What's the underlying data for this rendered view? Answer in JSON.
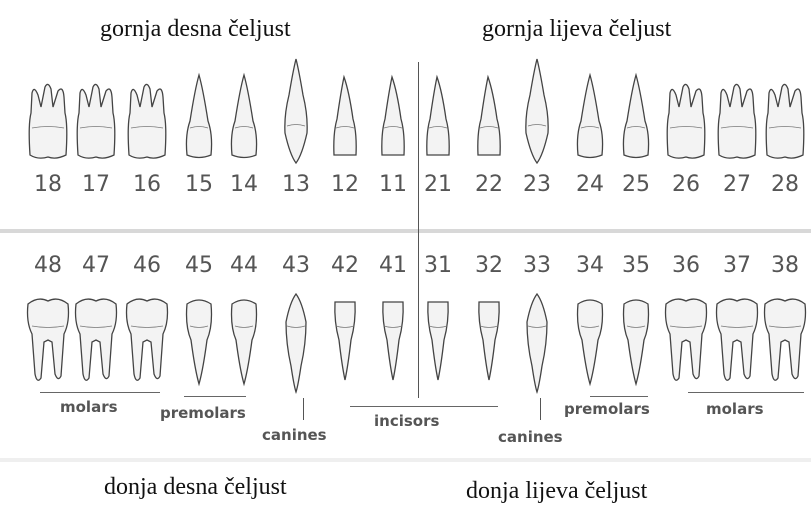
{
  "titles": {
    "upper_right": "gornja desna čeljust",
    "upper_left": "gornja lijeva čeljust",
    "lower_right": "donja desna čeljust",
    "lower_left": "donja lijeva čeljust"
  },
  "upper_teeth": [
    {
      "number": "18",
      "kind": "molar"
    },
    {
      "number": "17",
      "kind": "molar"
    },
    {
      "number": "16",
      "kind": "molar"
    },
    {
      "number": "15",
      "kind": "premolar"
    },
    {
      "number": "14",
      "kind": "premolar"
    },
    {
      "number": "13",
      "kind": "canine"
    },
    {
      "number": "12",
      "kind": "incisor"
    },
    {
      "number": "11",
      "kind": "incisor"
    },
    {
      "number": "21",
      "kind": "incisor"
    },
    {
      "number": "22",
      "kind": "incisor"
    },
    {
      "number": "23",
      "kind": "canine"
    },
    {
      "number": "24",
      "kind": "premolar"
    },
    {
      "number": "25",
      "kind": "premolar"
    },
    {
      "number": "26",
      "kind": "molar"
    },
    {
      "number": "27",
      "kind": "molar"
    },
    {
      "number": "28",
      "kind": "molar"
    }
  ],
  "lower_teeth": [
    {
      "number": "48",
      "kind": "molar"
    },
    {
      "number": "47",
      "kind": "molar"
    },
    {
      "number": "46",
      "kind": "molar"
    },
    {
      "number": "45",
      "kind": "premolar"
    },
    {
      "number": "44",
      "kind": "premolar"
    },
    {
      "number": "43",
      "kind": "canine"
    },
    {
      "number": "42",
      "kind": "incisor"
    },
    {
      "number": "41",
      "kind": "incisor"
    },
    {
      "number": "31",
      "kind": "incisor"
    },
    {
      "number": "32",
      "kind": "incisor"
    },
    {
      "number": "33",
      "kind": "canine"
    },
    {
      "number": "34",
      "kind": "premolar"
    },
    {
      "number": "35",
      "kind": "premolar"
    },
    {
      "number": "36",
      "kind": "molar"
    },
    {
      "number": "37",
      "kind": "molar"
    },
    {
      "number": "38",
      "kind": "molar"
    }
  ],
  "groups": {
    "molars_right": "molars",
    "premolars_right": "premolars",
    "canines_right": "canines",
    "incisors": "incisors",
    "canines_left": "canines",
    "premolars_left": "premolars",
    "molars_left": "molars"
  },
  "colors": {
    "tooth_fill": "#f3f3f3",
    "tooth_outline": "#444444",
    "numbers": "#555555",
    "divider": "#d8d8d8"
  }
}
